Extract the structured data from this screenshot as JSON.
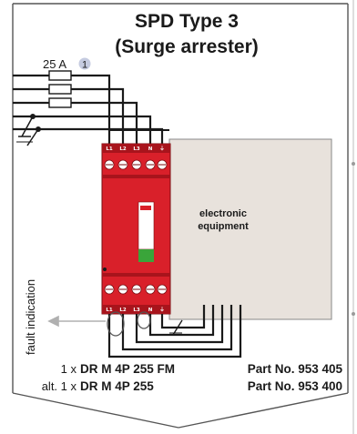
{
  "title_line1": "SPD Type 3",
  "title_line2": "(Surge arrester)",
  "fuse_label": "25 A",
  "fuse_badge": "1",
  "equipment_line1": "electronic",
  "equipment_line2": "equipment",
  "fault_label": "fault indication",
  "terminals_top": [
    "L1",
    "L2",
    "L3",
    "N",
    "⏚"
  ],
  "terminals_bottom": [
    "L1",
    "L2",
    "L3",
    "N",
    "⏚"
  ],
  "parts": [
    {
      "qty": "1 x",
      "model": "DR M 4P 255 FM",
      "part": "Part No. 953 405"
    },
    {
      "qty": "alt. 1 x",
      "model": "DR M 4P 255",
      "part": "Part No. 953 400"
    }
  ],
  "colors": {
    "device_red": "#d9202a",
    "device_dark": "#a8141c",
    "equipment_fill": "#e8e2dc",
    "badge": "#c5cbe0",
    "status_green": "#3aa53a",
    "arrow": "#b0b0b0",
    "wire": "#1a1a1a"
  }
}
